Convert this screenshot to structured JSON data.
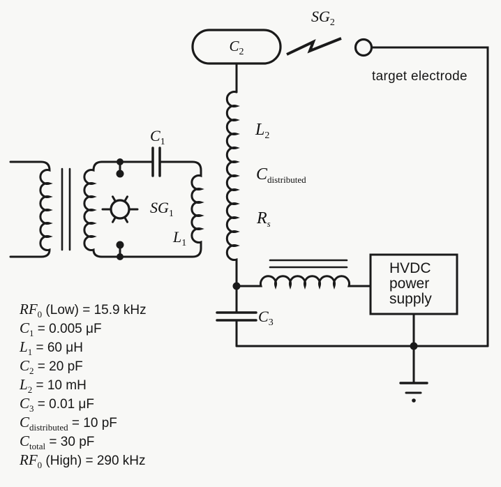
{
  "figure": {
    "type": "circuit-schematic",
    "description": "Spark-gap Tesla coil style RF circuit with HVDC supply and target electrode"
  },
  "labels": {
    "c2": {
      "main": "C",
      "sub": "2"
    },
    "sg2": {
      "main": "SG",
      "sub": "2"
    },
    "target_electrode": "target electrode",
    "l2": {
      "main": "L",
      "sub": "2"
    },
    "c_distributed": {
      "main": "C",
      "sub": "distributed"
    },
    "rs": {
      "main": "R",
      "sub": "s"
    },
    "c1": {
      "main": "C",
      "sub": "1"
    },
    "sg1": {
      "main": "SG",
      "sub": "1"
    },
    "l1": {
      "main": "L",
      "sub": "1"
    },
    "c3": {
      "main": "C",
      "sub": "3"
    },
    "hvdc_box": "HVDC\npower\nsupply"
  },
  "values": [
    {
      "var": "RF",
      "sub": "0",
      "rest": " (Low) = 15.9 kHz"
    },
    {
      "var": "C",
      "sub": "1",
      "rest": " = 0.005 μF"
    },
    {
      "var": "L",
      "sub": "1",
      "rest": " = 60 μH"
    },
    {
      "var": "C",
      "sub": "2",
      "rest": " = 20 pF"
    },
    {
      "var": "L",
      "sub": "2",
      "rest": " = 10 mH"
    },
    {
      "var": "C",
      "sub": "3",
      "rest": " = 0.01 μF"
    },
    {
      "var": "C",
      "sub": "distributed",
      "rest": " = 10 pF"
    },
    {
      "var": "C",
      "sub": "total",
      "rest": " = 30 pF"
    },
    {
      "var": "RF",
      "sub": "0",
      "rest": " (High) = 290 kHz"
    }
  ],
  "colors": {
    "ink": "#1a1a1a",
    "paper": "#f8f8f6"
  }
}
